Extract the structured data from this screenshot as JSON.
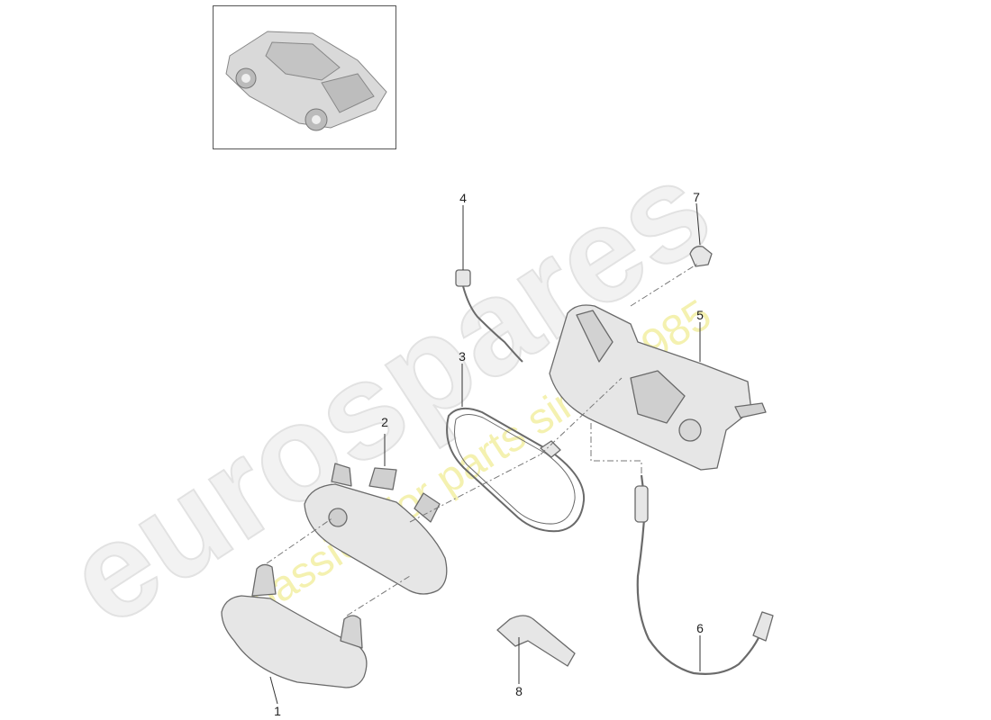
{
  "watermark": {
    "brand": "eurospares",
    "tagline": "a passion for parts since 1985"
  },
  "thumbnail": {
    "icon": "car-overview-icon"
  },
  "callouts": [
    {
      "id": "1",
      "label": "1"
    },
    {
      "id": "2",
      "label": "2"
    },
    {
      "id": "3",
      "label": "3"
    },
    {
      "id": "4",
      "label": "4"
    },
    {
      "id": "5",
      "label": "5"
    },
    {
      "id": "6",
      "label": "6"
    },
    {
      "id": "7",
      "label": "7"
    },
    {
      "id": "8",
      "label": "8"
    }
  ],
  "colors": {
    "part_fill": "#e6e6e6",
    "part_stroke": "#6a6a6a",
    "watermark_gray": "#ececec",
    "watermark_yellow": "#f3f0a8"
  }
}
